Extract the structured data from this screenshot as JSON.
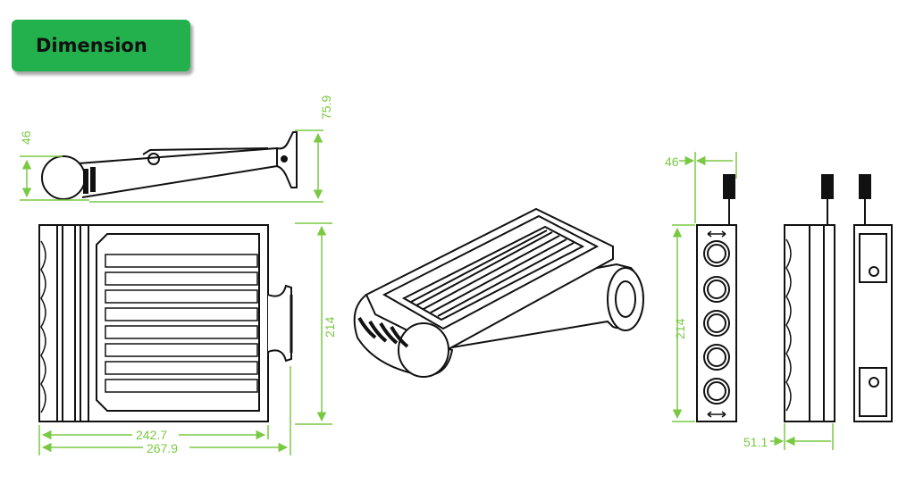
{
  "header": {
    "title": "Dimension"
  },
  "colors": {
    "accent": "#22b14c",
    "dimension_line": "#7ac943",
    "outline": "#111111"
  },
  "dimensions": {
    "top_view_height": "46",
    "top_view_total_height": "75.9",
    "front_height": "214",
    "panel_width": "242.7",
    "total_width": "267.9",
    "side_width": "46",
    "side_height": "214",
    "side_depth": "51.1"
  }
}
